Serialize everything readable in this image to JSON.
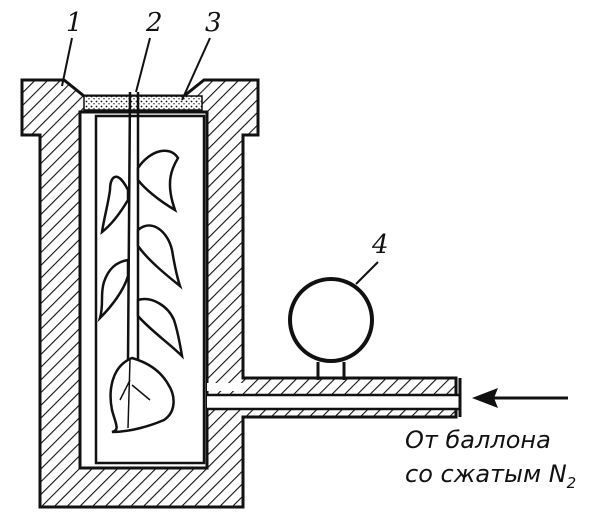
{
  "labels": {
    "part_1": "1",
    "part_2": "2",
    "part_3": "3",
    "part_4": "4"
  },
  "caption": {
    "line1": "От баллона",
    "line2_text": "со сжатым N",
    "line2_sub": "2"
  },
  "colors": {
    "ink": "#111111",
    "paper": "#ffffff"
  }
}
